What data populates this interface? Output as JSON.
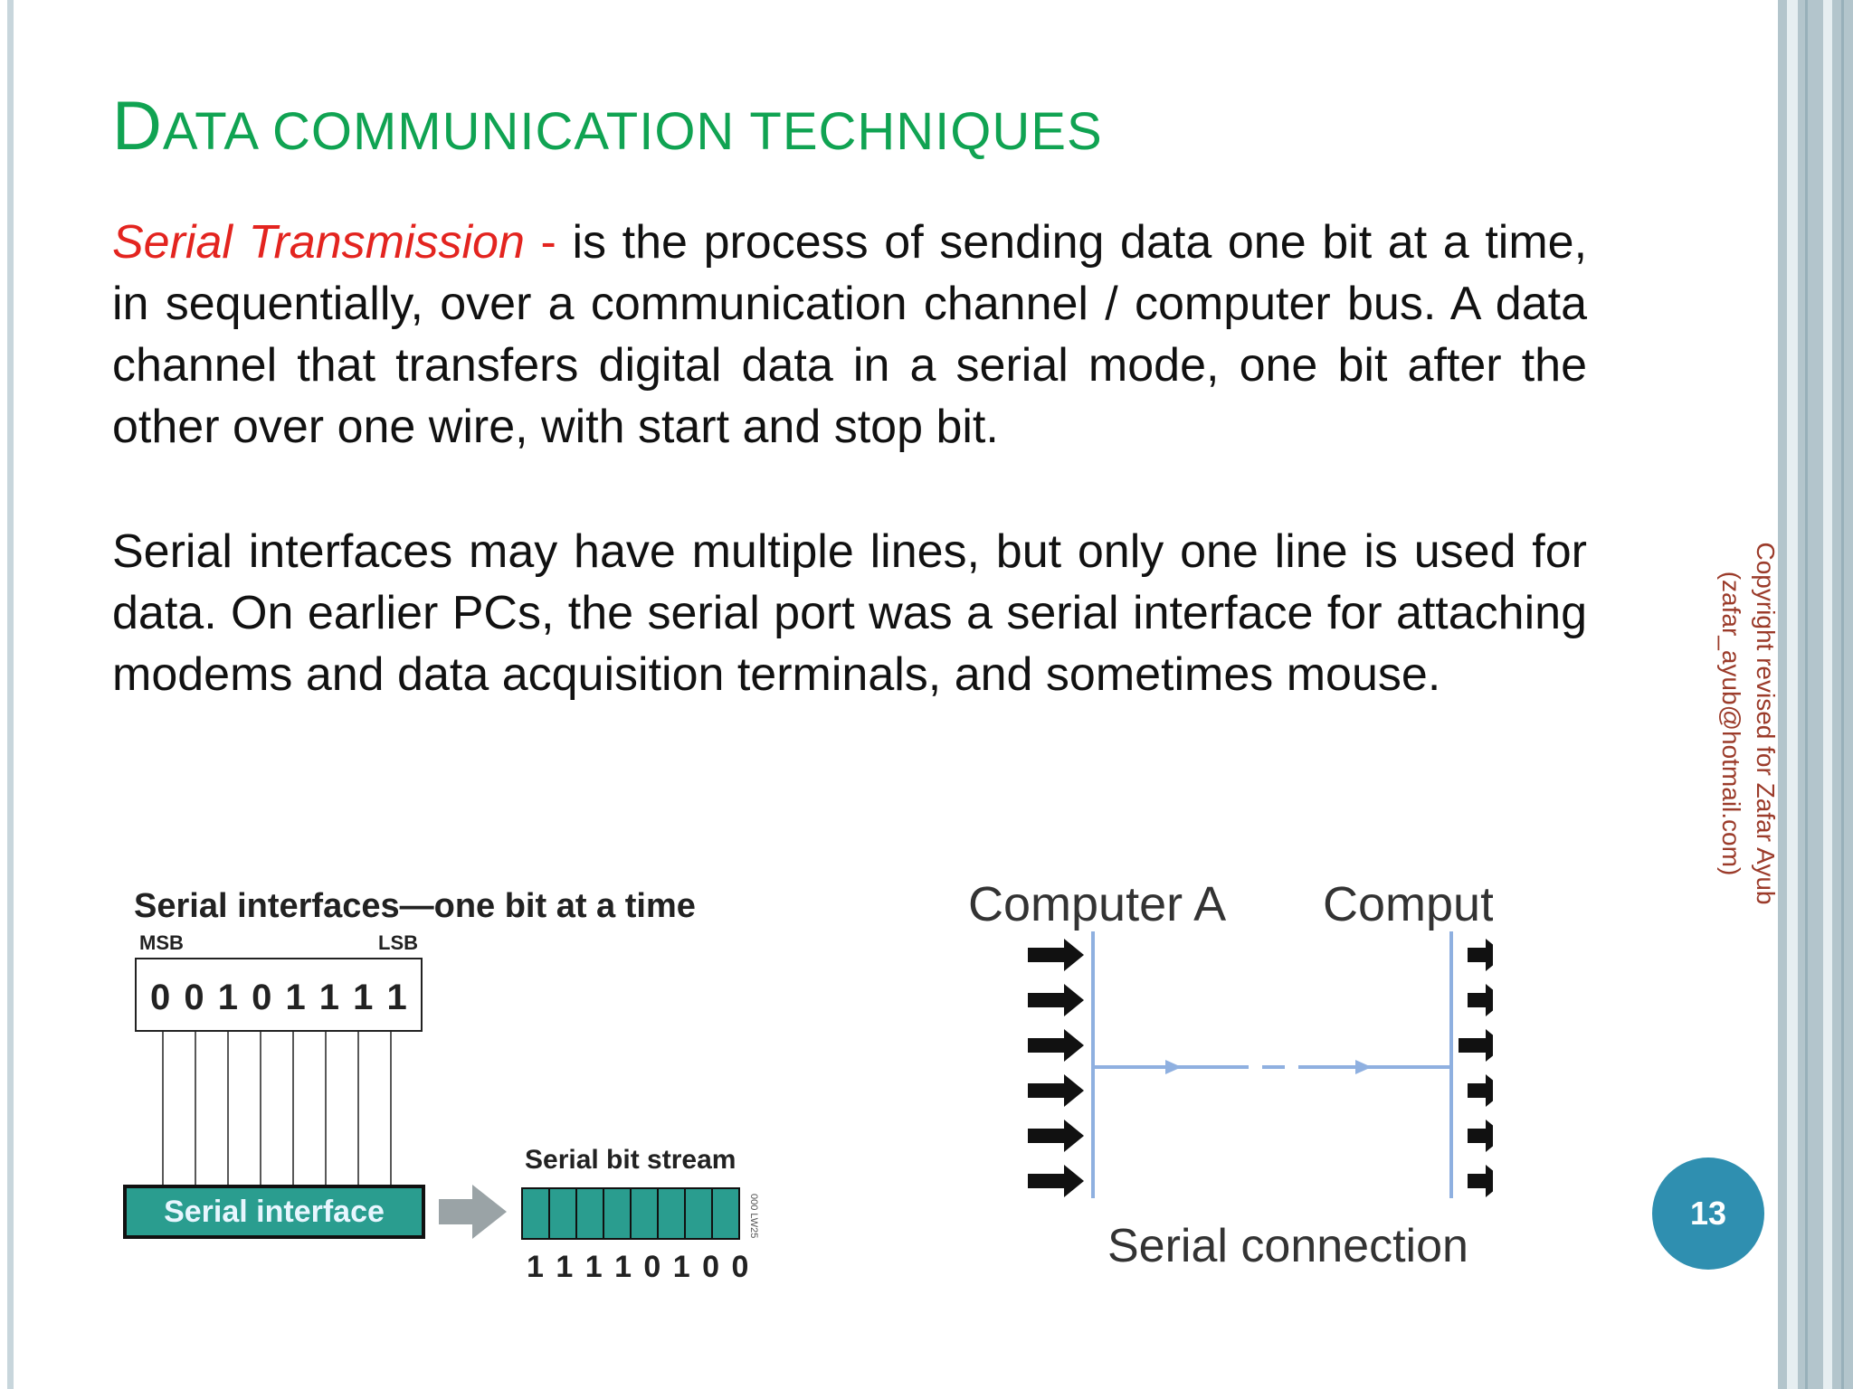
{
  "slide": {
    "title_initial": "D",
    "title_rest": "ATA COMMUNICATION TECHNIQUES",
    "para1": {
      "term": "Serial Transmission",
      "dash": " - ",
      "text": "is the process of sending data  one bit at a time, in sequentially, over a communication channel / computer bus. A data channel that transfers digital data in a serial mode, one bit after the other over one wire, with start and stop bit."
    },
    "para2": "Serial interfaces may have multiple lines, but only one line is used for data. On earlier PCs, the serial port was a serial interface for attaching modems and data acquisition terminals, and sometimes mouse.",
    "copyright_line1": "Copyright revised for Zafar Ayub",
    "copyright_line2": "(zafar_ayub@hotmail.com)",
    "page_number": "13"
  },
  "figure_left": {
    "heading": "Serial interfaces—one bit at a time",
    "msb": "MSB",
    "lsb": "LSB",
    "register_bits": "0 0 1 0 1 1 1 1",
    "interface_label": "Serial interface",
    "stream_heading": "Serial bit stream",
    "stream_bits": "1 1 1 1 0 1 0 0",
    "figure_code": "000 LW25"
  },
  "figure_right": {
    "computer_a": "Computer A",
    "computer_b": "Computer B",
    "caption": "Serial connection"
  },
  "colors": {
    "title": "#10a352",
    "term": "#e3241f",
    "copyright": "#9b3b2a",
    "badge": "#2f8fb0",
    "interface_fill": "#2a9d8f",
    "line_blue": "#8fb0e0"
  }
}
